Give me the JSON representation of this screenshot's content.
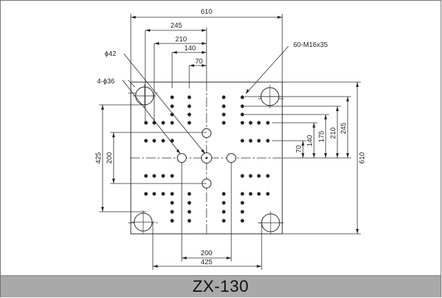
{
  "title": "ZX-130",
  "labels": {
    "width_610": "610",
    "height_610": "610",
    "w245": "245",
    "w210": "210",
    "w140": "140",
    "w70": "70",
    "h245": "245",
    "h210": "210",
    "h175": "175",
    "h140": "140",
    "h70": "70",
    "v425": "425",
    "v200": "200",
    "b200": "200",
    "b425": "425",
    "thread": "60-M16x35",
    "phi42": "ϕ42",
    "phi36": "4-ϕ36"
  }
}
